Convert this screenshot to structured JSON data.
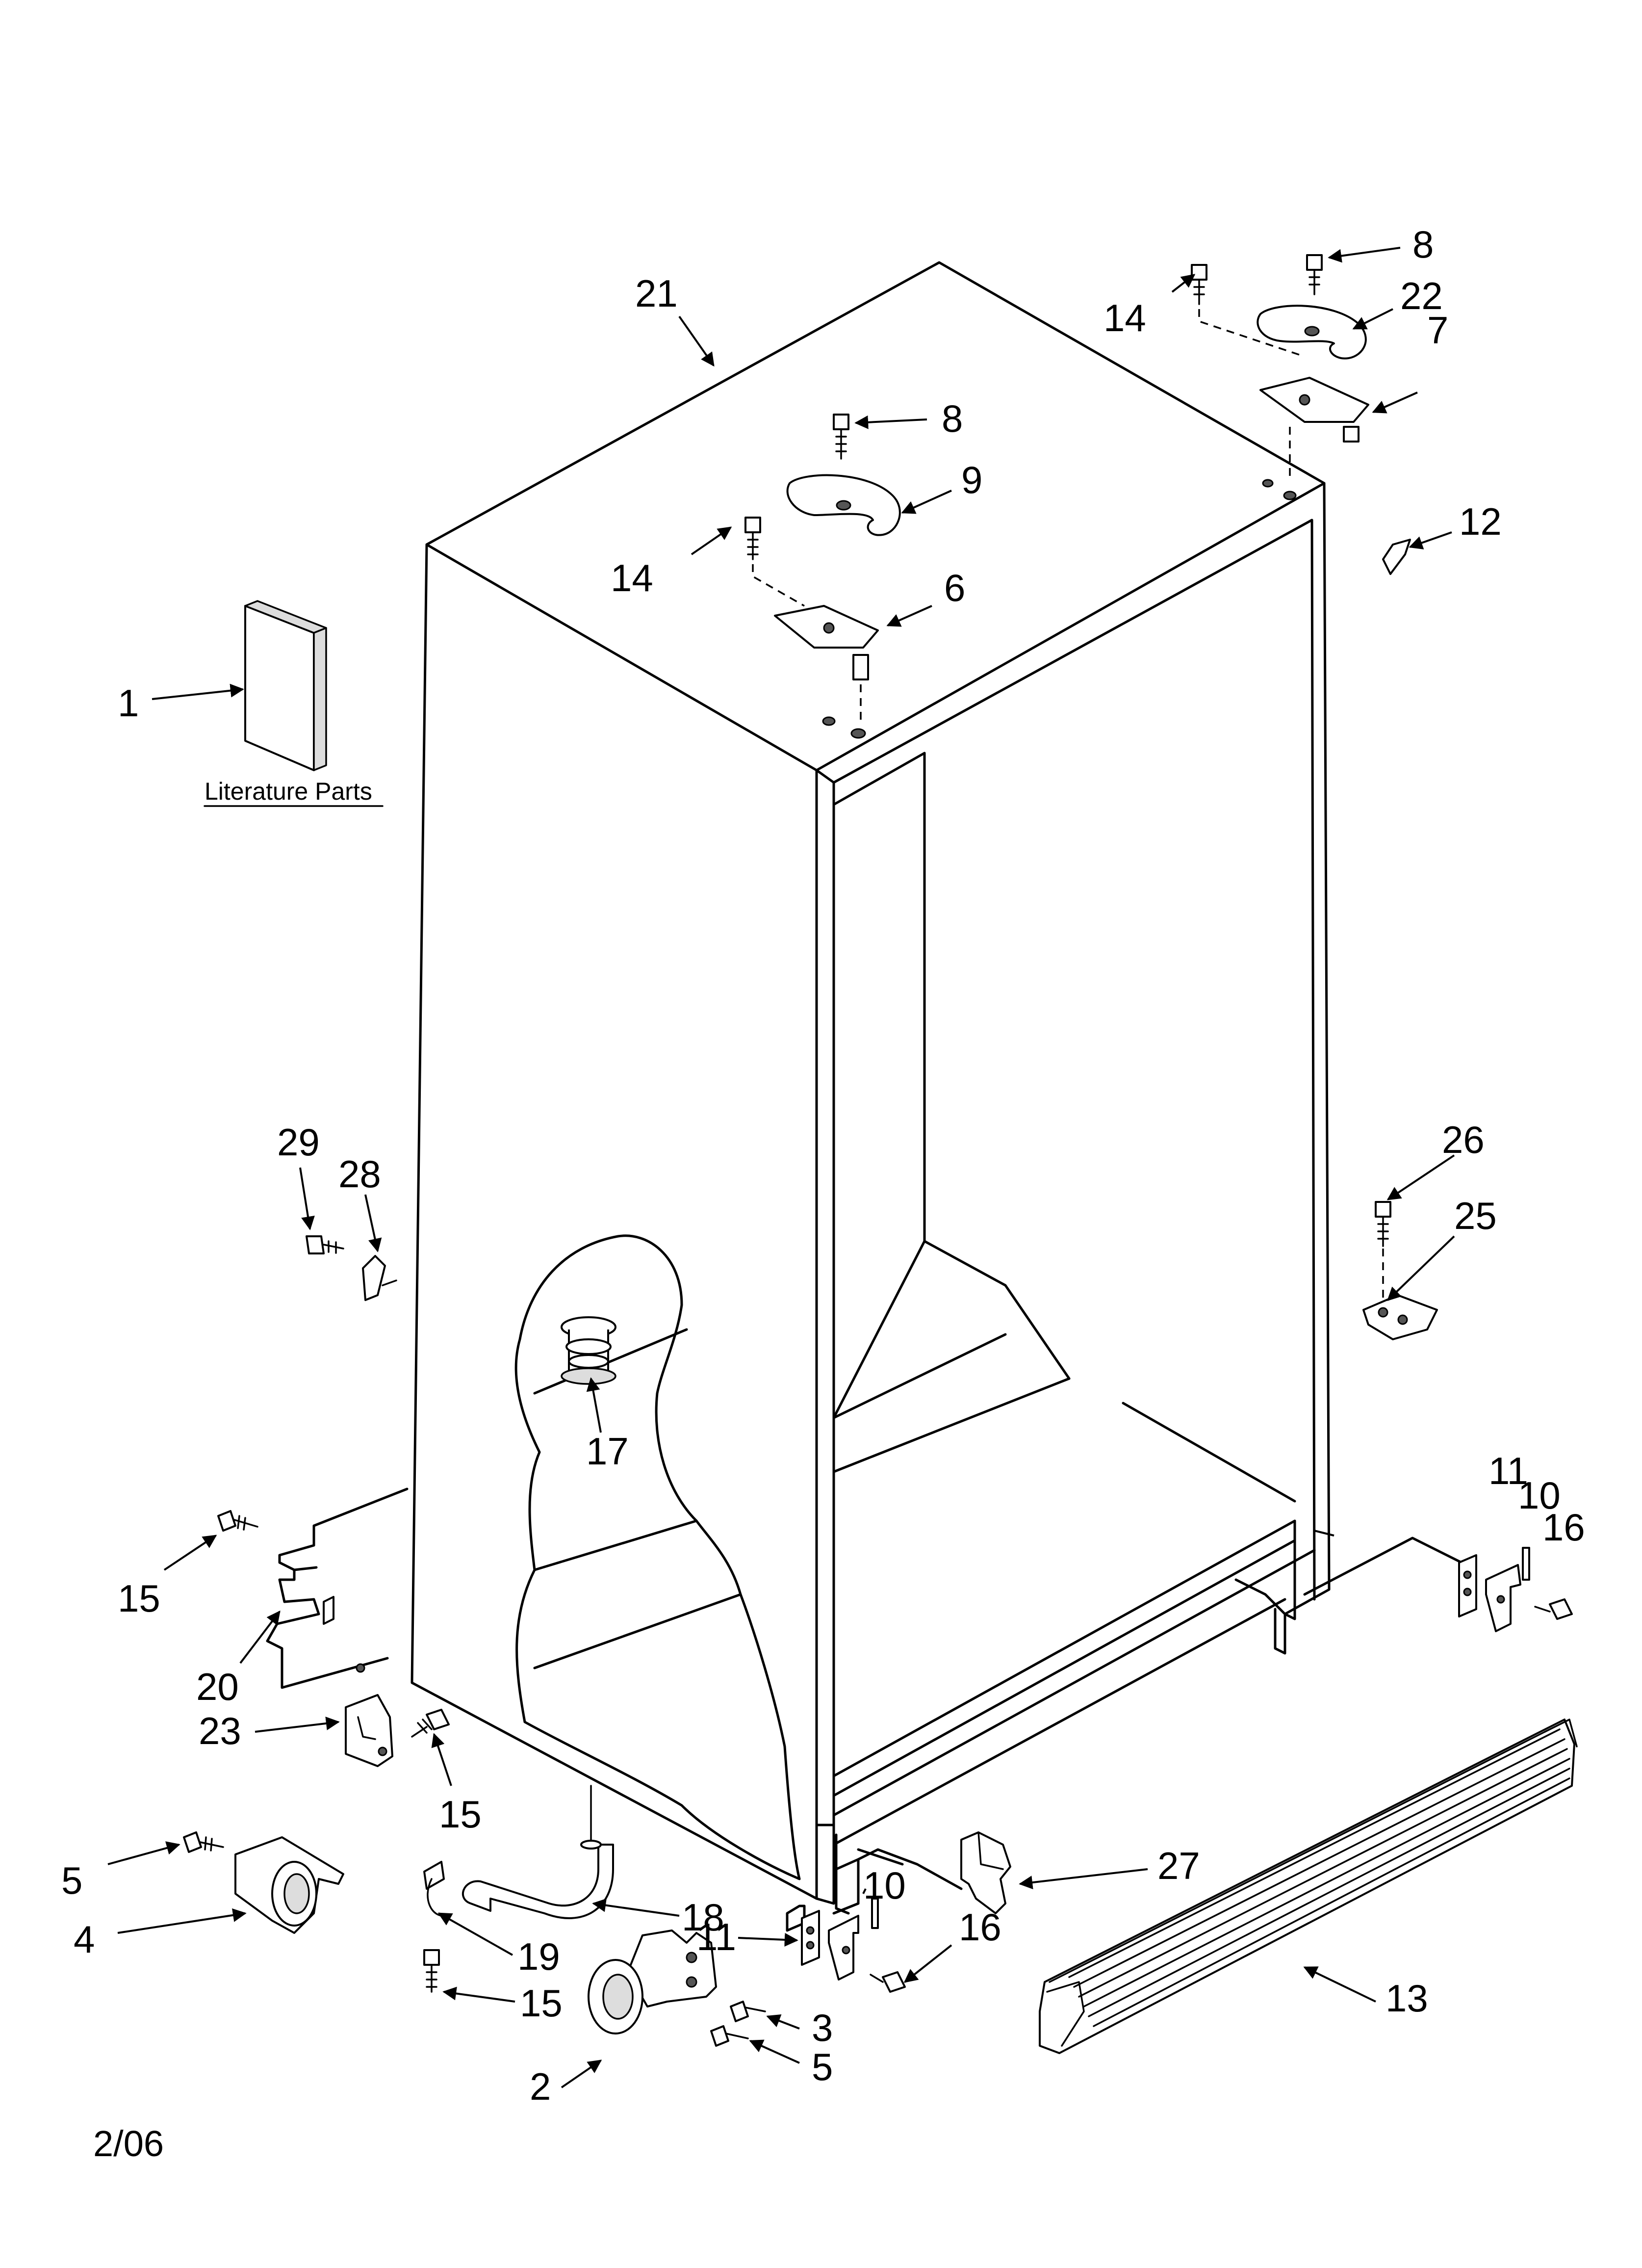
{
  "diagram": {
    "literature_caption": "Literature Parts",
    "date_code": "2/06",
    "callouts": [
      {
        "id": "c21a",
        "text": "21"
      },
      {
        "id": "c14a",
        "text": "14"
      },
      {
        "id": "c8a",
        "text": "8"
      },
      {
        "id": "c22",
        "text": "22"
      },
      {
        "id": "c7",
        "text": "7"
      },
      {
        "id": "c8b",
        "text": "8"
      },
      {
        "id": "c9",
        "text": "9"
      },
      {
        "id": "c14b",
        "text": "14"
      },
      {
        "id": "c6",
        "text": "6"
      },
      {
        "id": "c12",
        "text": "12"
      },
      {
        "id": "c1",
        "text": "1"
      },
      {
        "id": "c29",
        "text": "29"
      },
      {
        "id": "c28",
        "text": "28"
      },
      {
        "id": "c26",
        "text": "26"
      },
      {
        "id": "c25",
        "text": "25"
      },
      {
        "id": "c17",
        "text": "17"
      },
      {
        "id": "c11a",
        "text": "11"
      },
      {
        "id": "c10a",
        "text": "10"
      },
      {
        "id": "c16a",
        "text": "16"
      },
      {
        "id": "c15a",
        "text": "15"
      },
      {
        "id": "c20",
        "text": "20"
      },
      {
        "id": "c23",
        "text": "23"
      },
      {
        "id": "c15b",
        "text": "15"
      },
      {
        "id": "c27",
        "text": "27"
      },
      {
        "id": "c5a",
        "text": "5"
      },
      {
        "id": "c4",
        "text": "4"
      },
      {
        "id": "c18",
        "text": "18"
      },
      {
        "id": "c10b",
        "text": "10"
      },
      {
        "id": "c16b",
        "text": "16"
      },
      {
        "id": "c11b",
        "text": "11"
      },
      {
        "id": "c19",
        "text": "19"
      },
      {
        "id": "c15c",
        "text": "15"
      },
      {
        "id": "c3",
        "text": "3"
      },
      {
        "id": "c5b",
        "text": "5"
      },
      {
        "id": "c2",
        "text": "2"
      },
      {
        "id": "c13",
        "text": "13"
      }
    ]
  }
}
